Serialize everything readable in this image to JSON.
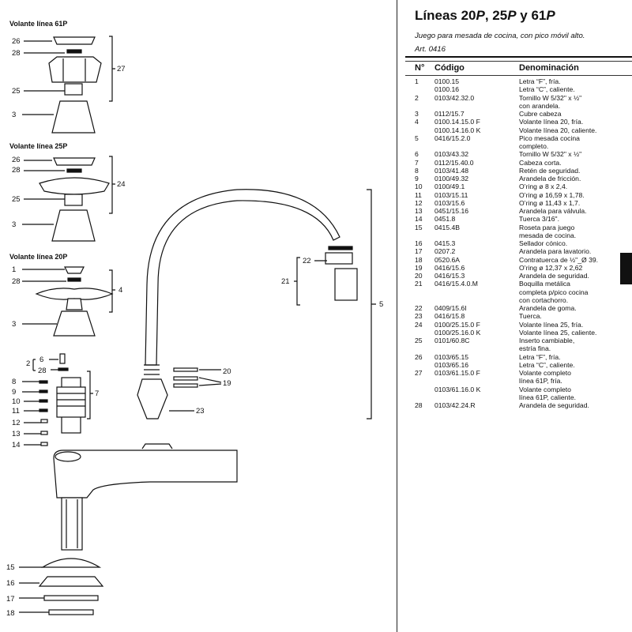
{
  "header": {
    "title_prefix": "Líneas 20",
    "p1": "P",
    "mid1": ", 25",
    "p2": "P",
    "mid2": " y 61",
    "p3": "P",
    "subtitle": "Juego para mesada de cocina, con pico móvil alto.",
    "article": "Art. 0416"
  },
  "table": {
    "columns": [
      "N°",
      "Código",
      "Denominación"
    ],
    "rows": [
      {
        "n": "1",
        "code": "0100.15",
        "desc": "Letra “F”, fría."
      },
      {
        "n": "",
        "code": "0100.16",
        "desc": "Letra “C”, caliente."
      },
      {
        "n": "2",
        "code": "0103/42.32.0",
        "desc": "Tornillo W 5/32\" x ½\""
      },
      {
        "n": "",
        "code": "",
        "desc": "con arandela."
      },
      {
        "n": "3",
        "code": "0112/15.7",
        "desc": "Cubre cabeza"
      },
      {
        "n": "4",
        "code": "0100.14.15.0 F",
        "desc": "Volante línea 20, fría."
      },
      {
        "n": "",
        "code": "0100.14.16.0 K",
        "desc": "Volante línea 20, caliente."
      },
      {
        "n": "5",
        "code": "0416/15.2.0",
        "desc": "Pico mesada cocina"
      },
      {
        "n": "",
        "code": "",
        "desc": "completo."
      },
      {
        "n": "6",
        "code": "0103/43.32",
        "desc": "Tornillo W 5/32\" x ½\""
      },
      {
        "n": "7",
        "code": "0112/15.40.0",
        "desc": "Cabeza corta."
      },
      {
        "n": "8",
        "code": "0103/41.48",
        "desc": "Retén de seguridad."
      },
      {
        "n": "9",
        "code": "0100/49.32",
        "desc": "Arandela de fricción."
      },
      {
        "n": "10",
        "code": "0100/49.1",
        "desc": "O’ring ø 8 x 2,4."
      },
      {
        "n": "11",
        "code": "0103/15.11",
        "desc": "O’ring ø 16,59 x 1,78."
      },
      {
        "n": "12",
        "code": "0103/15.6",
        "desc": "O’ring ø 11,43 x 1,7."
      },
      {
        "n": "13",
        "code": "0451/15.16",
        "desc": "Arandela para válvula."
      },
      {
        "n": "14",
        "code": "0451.8",
        "desc": "Tuerca 3/16\"."
      },
      {
        "n": "15",
        "code": "0415.4B",
        "desc": "Roseta para juego"
      },
      {
        "n": "",
        "code": "",
        "desc": "mesada de cocina."
      },
      {
        "n": "16",
        "code": "0415.3",
        "desc": "Sellador cónico."
      },
      {
        "n": "17",
        "code": "0207.2",
        "desc": "Arandela para lavatorio."
      },
      {
        "n": "18",
        "code": "0520.6A",
        "desc": "Contratuerca de ½\"_Ø 39."
      },
      {
        "n": "19",
        "code": "0416/15.6",
        "desc": "O’ring ø 12,37 x 2,62"
      },
      {
        "n": "20",
        "code": "0416/15.3",
        "desc": "Arandela de seguridad."
      },
      {
        "n": "21",
        "code": "0416/15.4.0.M",
        "desc": "Boquilla metálica"
      },
      {
        "n": "",
        "code": "",
        "desc": "completa p/pico cocina"
      },
      {
        "n": "",
        "code": "",
        "desc": "con cortachorro."
      },
      {
        "n": "22",
        "code": "0409/15.6I",
        "desc": "Arandela de goma."
      },
      {
        "n": "23",
        "code": "0416/15.8",
        "desc": "Tuerca."
      },
      {
        "n": "24",
        "code": "0100/25.15.0 F",
        "desc": "Volante línea 25, fría."
      },
      {
        "n": "",
        "code": "0100/25.16.0 K",
        "desc": "Volante línea 25, caliente."
      },
      {
        "n": "25",
        "code": "0101/60.8C",
        "desc": "Inserto cambiable,"
      },
      {
        "n": "",
        "code": "",
        "desc": "estría fina."
      },
      {
        "n": "26",
        "code": "0103/65.15",
        "desc": "Letra “F”, fría."
      },
      {
        "n": "",
        "code": "0103/65.16",
        "desc": "Letra “C”, caliente."
      },
      {
        "n": "27",
        "code": "0103/61.15.0 F",
        "desc": "Volante completo"
      },
      {
        "n": "",
        "code": "",
        "desc": "línea 61P, fría."
      },
      {
        "n": "",
        "code": "0103/61.16.0 K",
        "desc": "Volante completo"
      },
      {
        "n": "",
        "code": "",
        "desc": "línea 61P, caliente."
      },
      {
        "n": "28",
        "code": "0103/42.24.R",
        "desc": "Arandela de seguridad."
      }
    ]
  },
  "diagram": {
    "group_61": "Volante línea 61P",
    "group_25": "Volante línea 25P",
    "group_20": "Volante línea 20P",
    "labels": {
      "l26a": "26",
      "l28a": "28",
      "l25a": "25",
      "l3a": "3",
      "l27": "27",
      "l26b": "26",
      "l28b": "28",
      "l25b": "25",
      "l3b": "3",
      "l24": "24",
      "l1": "1",
      "l28c": "28",
      "l3c": "3",
      "l4": "4",
      "l2": "2",
      "l6": "6",
      "l28d": "28",
      "l8": "8",
      "l9": "9",
      "l10": "10",
      "l11": "11",
      "l12": "12",
      "l13": "13",
      "l14": "14",
      "l7": "7",
      "l22": "22",
      "l21": "21",
      "l5": "5",
      "l20": "20",
      "l19": "19",
      "l23": "23",
      "l15": "15",
      "l16": "16",
      "l17": "17",
      "l18": "18"
    }
  }
}
